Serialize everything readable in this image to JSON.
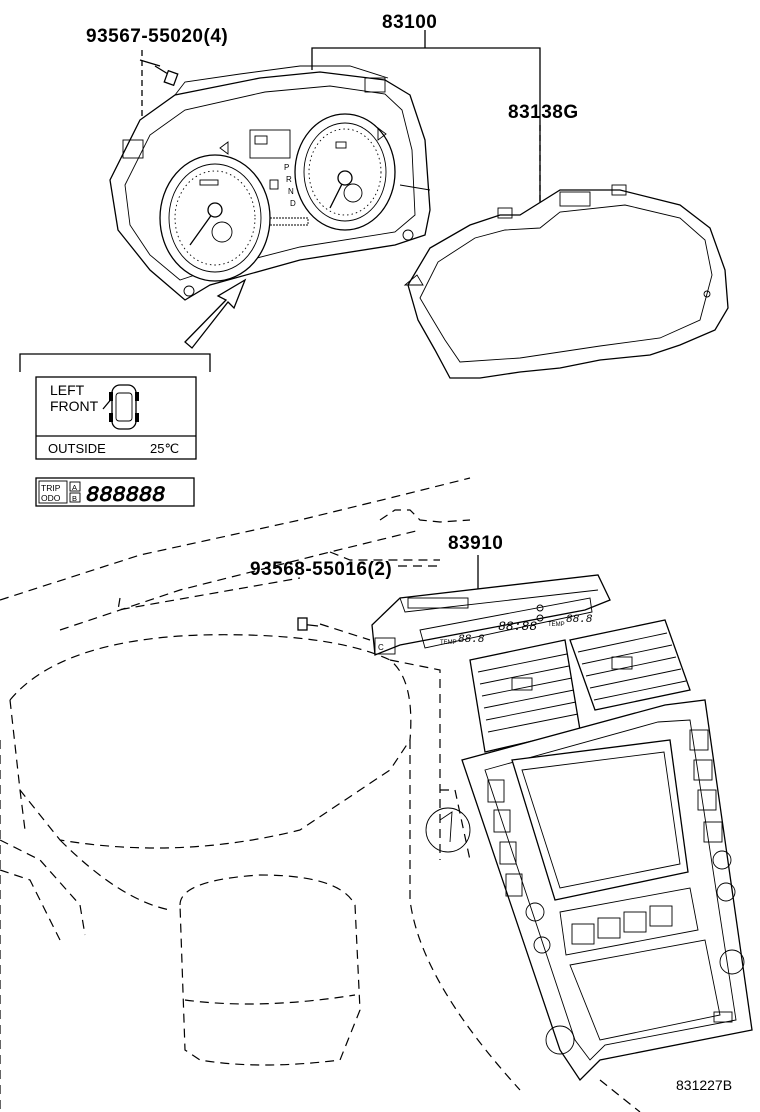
{
  "callouts": {
    "bolt_cluster": "93567-55020(4)",
    "cluster": "83100",
    "cover": "83138G",
    "clock": "83910",
    "bolt_clock": "93568-55016(2)"
  },
  "display_inset": {
    "line1": "LEFT",
    "line2": "FRONT",
    "outside_label": "OUTSIDE",
    "temperature": "25℃"
  },
  "odometer_inset": {
    "trip": "TRIP",
    "odo": "ODO",
    "mode_a": "A",
    "mode_b": "B",
    "digits": "888888"
  },
  "gear_letters": [
    "P",
    "R",
    "N",
    "D"
  ],
  "clock_display": {
    "left_temp": "88.8",
    "time": "88:88",
    "right_temp": "88.8",
    "temp_label_left": "TEMP",
    "temp_label_right": "TEMP"
  },
  "diagram_code": "831227B"
}
